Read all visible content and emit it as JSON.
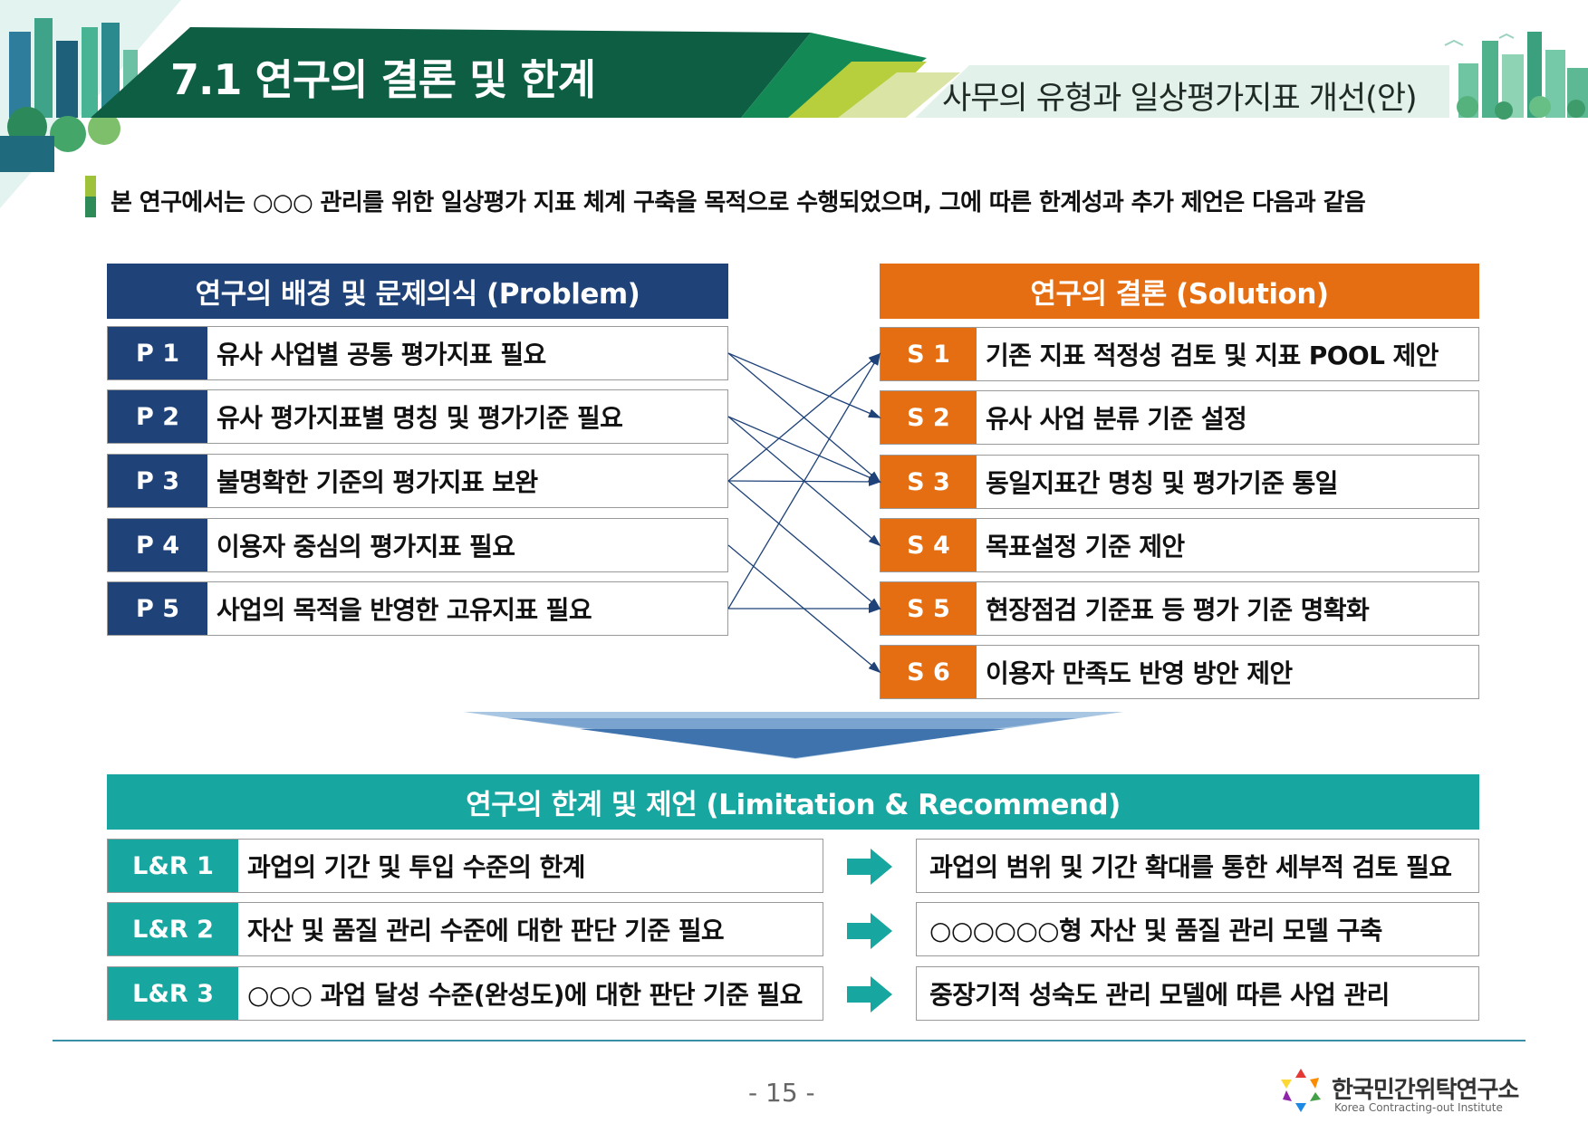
{
  "header": {
    "title": "7.1 연구의 결론 및 한계",
    "subtitle": "사무의 유형과 일상평가지표 개선(안)"
  },
  "intro": "본 연구에서는 ○○○ 관리를 위한 일상평가 지표 체계 구축을 목적으로 수행되었으며, 그에 따른 한계성과 추가 제언은 다음과 같음",
  "problem": {
    "header": "연구의 배경 및 문제의식 (Problem)",
    "items": [
      {
        "code": "P 1",
        "text": "유사 사업별 공통 평가지표 필요"
      },
      {
        "code": "P 2",
        "text": "유사 평가지표별 명칭 및 평가기준 필요"
      },
      {
        "code": "P 3",
        "text": "불명확한 기준의 평가지표 보완"
      },
      {
        "code": "P 4",
        "text": "이용자 중심의 평가지표 필요"
      },
      {
        "code": "P 5",
        "text": "사업의 목적을 반영한 고유지표 필요"
      }
    ]
  },
  "solution": {
    "header": "연구의 결론 (Solution)",
    "items": [
      {
        "code": "S 1",
        "text": "기존 지표 적정성 검토 및 지표 POOL 제안"
      },
      {
        "code": "S 2",
        "text": "유사 사업 분류 기준 설정"
      },
      {
        "code": "S 3",
        "text": "동일지표간 명칭 및 평가기준 통일"
      },
      {
        "code": "S 4",
        "text": "목표설정 기준 제안"
      },
      {
        "code": "S 5",
        "text": "현장점검 기준표 등 평가 기준 명확화"
      },
      {
        "code": "S 6",
        "text": "이용자 만족도 반영 방안 제안"
      }
    ]
  },
  "links": [
    {
      "from": "P 1",
      "to": "S 2"
    },
    {
      "from": "P 1",
      "to": "S 3"
    },
    {
      "from": "P 2",
      "to": "S 3"
    },
    {
      "from": "P 2",
      "to": "S 4"
    },
    {
      "from": "P 3",
      "to": "S 1"
    },
    {
      "from": "P 3",
      "to": "S 3"
    },
    {
      "from": "P 3",
      "to": "S 5"
    },
    {
      "from": "P 4",
      "to": "S 6"
    },
    {
      "from": "P 5",
      "to": "S 1"
    },
    {
      "from": "P 5",
      "to": "S 5"
    }
  ],
  "limitation": {
    "header": "연구의 한계 및 제언 (Limitation & Recommend)",
    "items": [
      {
        "code": "L&R 1",
        "text": "과업의 기간 및 투입 수준의 한계",
        "recommend": "과업의 범위 및 기간 확대를 통한 세부적 검토 필요"
      },
      {
        "code": "L&R 2",
        "text": "자산 및 품질 관리 수준에 대한 판단 기준 필요",
        "recommend": "○○○○○○형 자산 및 품질 관리 모델 구축"
      },
      {
        "code": "L&R 3",
        "text": "○○○ 과업 달성 수준(완성도)에 대한 판단 기준 필요",
        "recommend": "중장기적 성숙도 관리 모델에 따른 사업 관리"
      }
    ]
  },
  "footer": {
    "page": "- 15 -",
    "logo_name": "한국민간위탁연구소",
    "logo_sub": "Korea Contracting-out Institute"
  },
  "colors": {
    "problem": "#1f4278",
    "solution": "#e56e12",
    "limitation": "#17a6a0",
    "header_green": "#0d5e43"
  }
}
